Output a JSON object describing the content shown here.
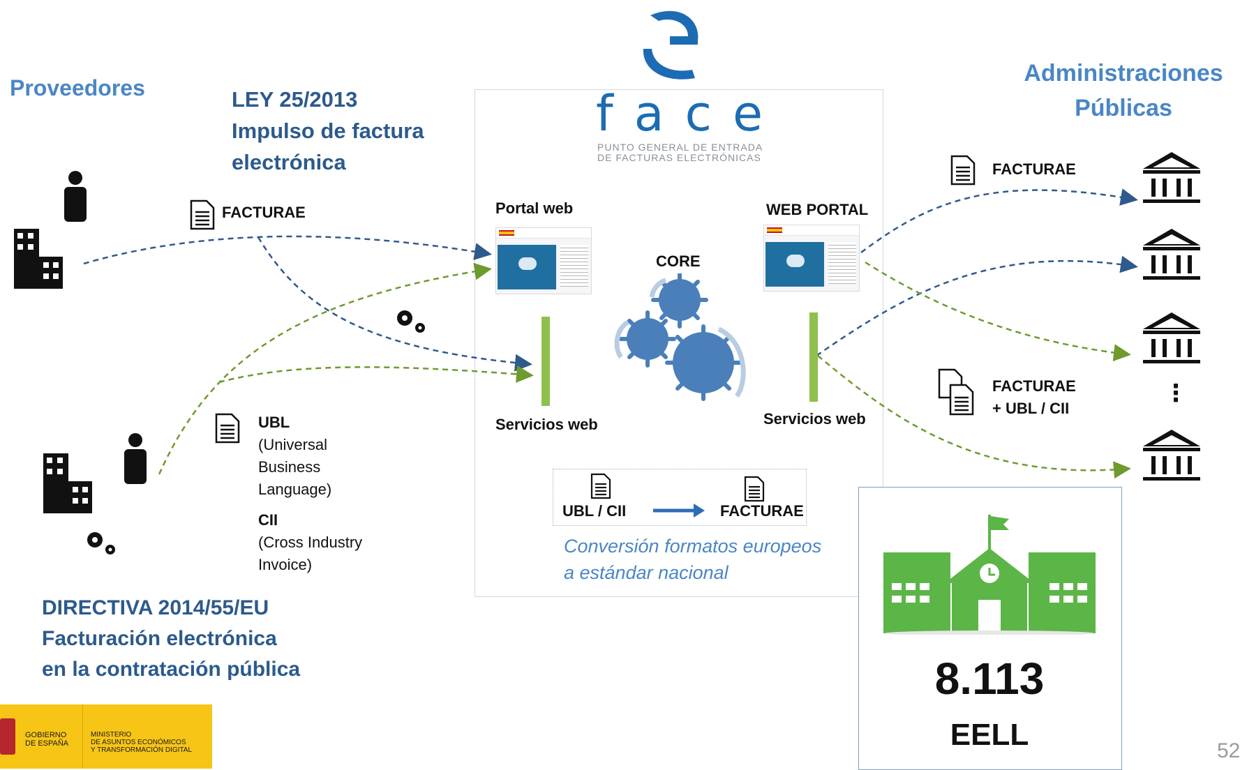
{
  "logo": {
    "name": "face",
    "subtitle_line1": "PUNTO GENERAL DE ENTRADA",
    "subtitle_line2": "DE FACTURAS ELECTRÓNICAS"
  },
  "left": {
    "title": "Proveedores",
    "law": [
      "LEY 25/2013",
      "Impulso de factura",
      "electrónica"
    ],
    "facturae_label": "FACTURAE",
    "ubl": {
      "title": "UBL",
      "desc": [
        "(Universal",
        "Business",
        "Language)"
      ]
    },
    "cii": {
      "title": "CII",
      "desc": [
        "(Cross Industry",
        "Invoice)"
      ]
    },
    "directiva": [
      "DIRECTIVA 2014/55/EU",
      "Facturación electrónica",
      "en la contratación pública"
    ]
  },
  "center": {
    "portal_web": "Portal web",
    "web_portal": "WEB PORTAL",
    "core": "CORE",
    "servicios_web_left": "Servicios web",
    "servicios_web_right": "Servicios web",
    "conv_from": "UBL / CII",
    "conv_to": "FACTURAE",
    "conv_caption": [
      "Conversión formatos europeos",
      "a estándar nacional"
    ]
  },
  "right": {
    "title": [
      "Administraciones",
      "Públicas"
    ],
    "facturae": "FACTURAE",
    "facturae_ubl": [
      "FACTURAE",
      "+ UBL / CII"
    ],
    "ellipsis": "⋮",
    "eell_count": "8.113",
    "eell_label": "EELL"
  },
  "footer": {
    "gob_line1": "GOBIERNO",
    "gob_line2": "DE ESPAÑA",
    "min_line1": "MINISTERIO",
    "min_line2": "DE ASUNTOS ECONÓMICOS",
    "min_line3": "Y TRANSFORMACIÓN DIGITAL",
    "page_number": "52"
  },
  "colors": {
    "heading": "#4a86c5",
    "arrow_blue": "#2e5a8c",
    "arrow_green": "#6e9a2e",
    "gear": "#4a7fba",
    "school": "#5cb547",
    "gob_yellow": "#f6c516"
  },
  "icons": [
    "building-icon",
    "person-icon",
    "document-icon",
    "gears-icon",
    "institution-icon",
    "school-icon",
    "crest-icon"
  ]
}
